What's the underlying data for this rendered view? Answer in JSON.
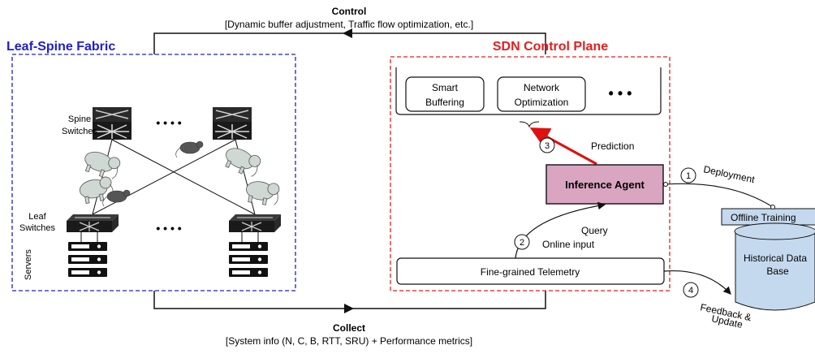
{
  "control": {
    "title": "Control",
    "subtitle": "[Dynamic buffer adjustment, Traffic flow optimization, etc.]"
  },
  "collect": {
    "title": "Collect",
    "subtitle": "[System info (N, C, B, RTT, SRU) + Performance metrics]"
  },
  "leaf_spine": {
    "title": "Leaf-Spine Fabric",
    "spine_label_1": "Spine",
    "spine_label_2": "Switches",
    "leaf_label_1": "Leaf",
    "leaf_label_2": "Switches",
    "servers_label": "Servers",
    "ellipsis": "• • • •"
  },
  "sdn": {
    "title": "SDN Control Plane",
    "app_smart_1": "Smart",
    "app_smart_2": "Buffering",
    "app_net_1": "Network",
    "app_net_2": "Optimization",
    "app_more": "• • •",
    "prediction": "Prediction",
    "inference_agent": "Inference Agent",
    "query_1": "Query",
    "query_2": "Online input",
    "telemetry": "Fine-grained Telemetry"
  },
  "offline": {
    "training": "Offline Training",
    "db_1": "Historical Data",
    "db_2": "Base",
    "deployment": "Deployment",
    "feedback_1": "Feedback &",
    "feedback_2": "Update"
  },
  "steps": {
    "s1": "1",
    "s2": "2",
    "s3": "3",
    "s4": "4"
  },
  "colors": {
    "leaf_border": "#2020c8",
    "sdn_border": "#e02020",
    "agent_fill": "#d9a5c0",
    "offline_fill": "#c5d9ee",
    "prediction_arrow": "#e01010"
  }
}
